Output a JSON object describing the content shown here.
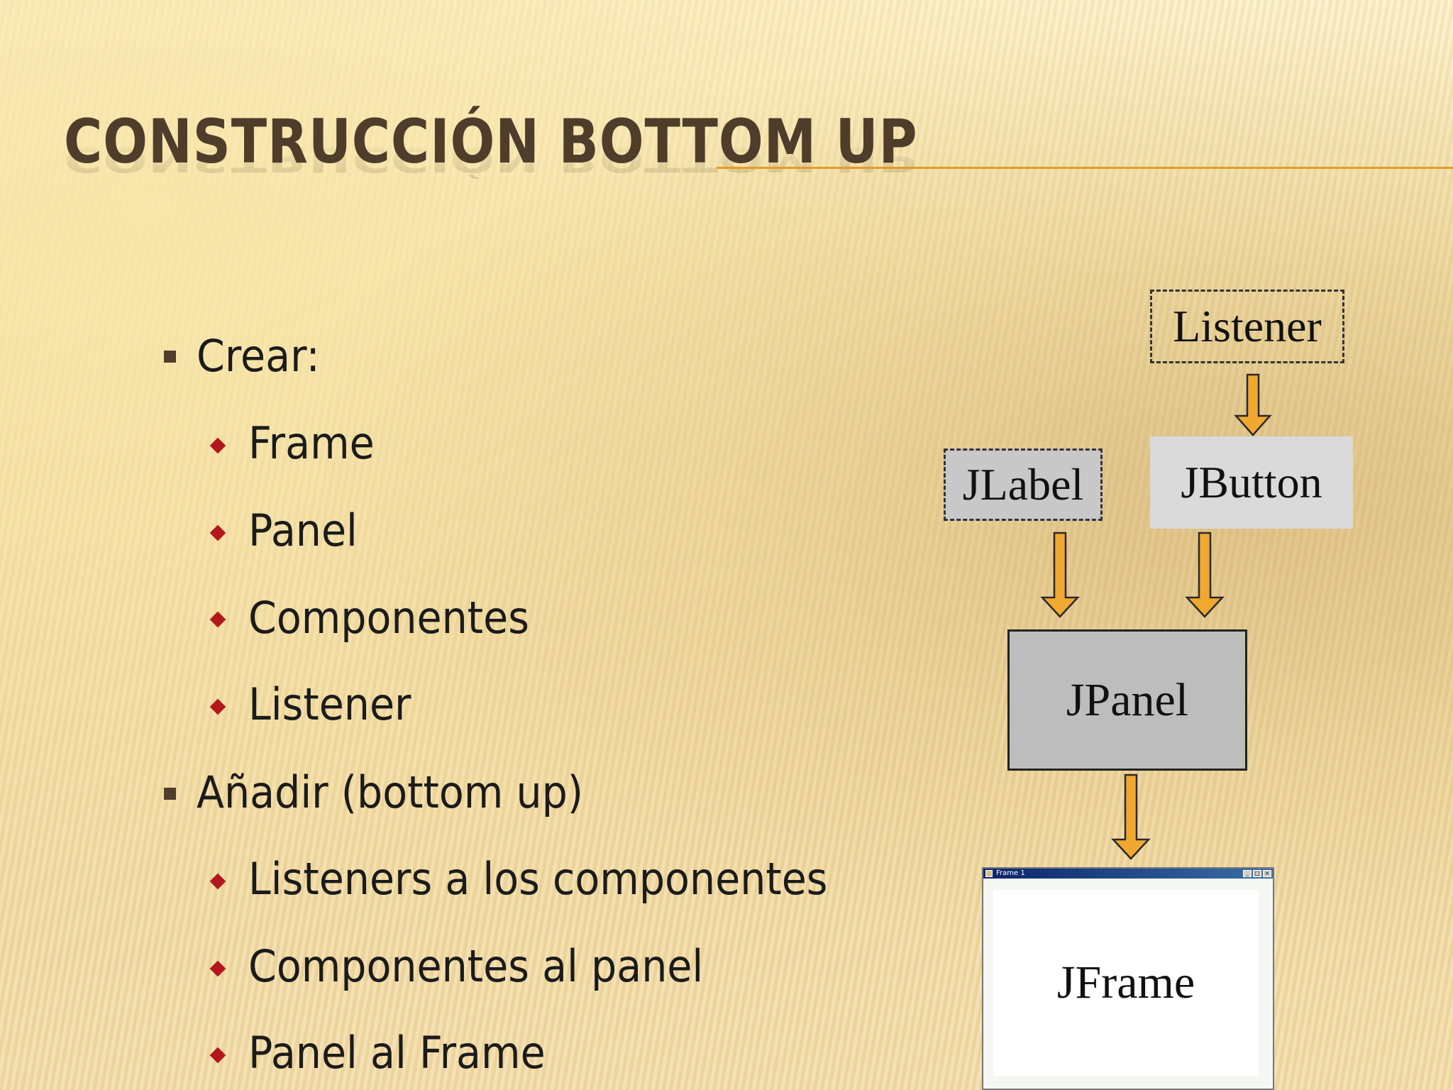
{
  "slide": {
    "title": "CONSTRUCCIÓN BOTTOM UP",
    "bullets": [
      {
        "level": 1,
        "text": "Crear:"
      },
      {
        "level": 2,
        "text": "Frame"
      },
      {
        "level": 2,
        "text": "Panel"
      },
      {
        "level": 2,
        "text": "Componentes"
      },
      {
        "level": 2,
        "text": "Listener"
      },
      {
        "level": 1,
        "text": "Añadir (bottom up)"
      },
      {
        "level": 2,
        "text": "Listeners a los componentes"
      },
      {
        "level": 2,
        "text": "Componentes al panel"
      },
      {
        "level": 2,
        "text": "Panel al Frame"
      }
    ]
  },
  "diagram": {
    "listener": "Listener",
    "jlabel": "JLabel",
    "jbutton": "JButton",
    "jpanel": "JPanel",
    "jframe": "JFrame",
    "frame_window_title": "Frame 1",
    "arrow_color": "#f0a830"
  },
  "colors": {
    "title": "#4f3d2b",
    "rule": "#e59b2d",
    "level1_marker": "#4f3d2b",
    "level2_marker": "#b2181b"
  }
}
